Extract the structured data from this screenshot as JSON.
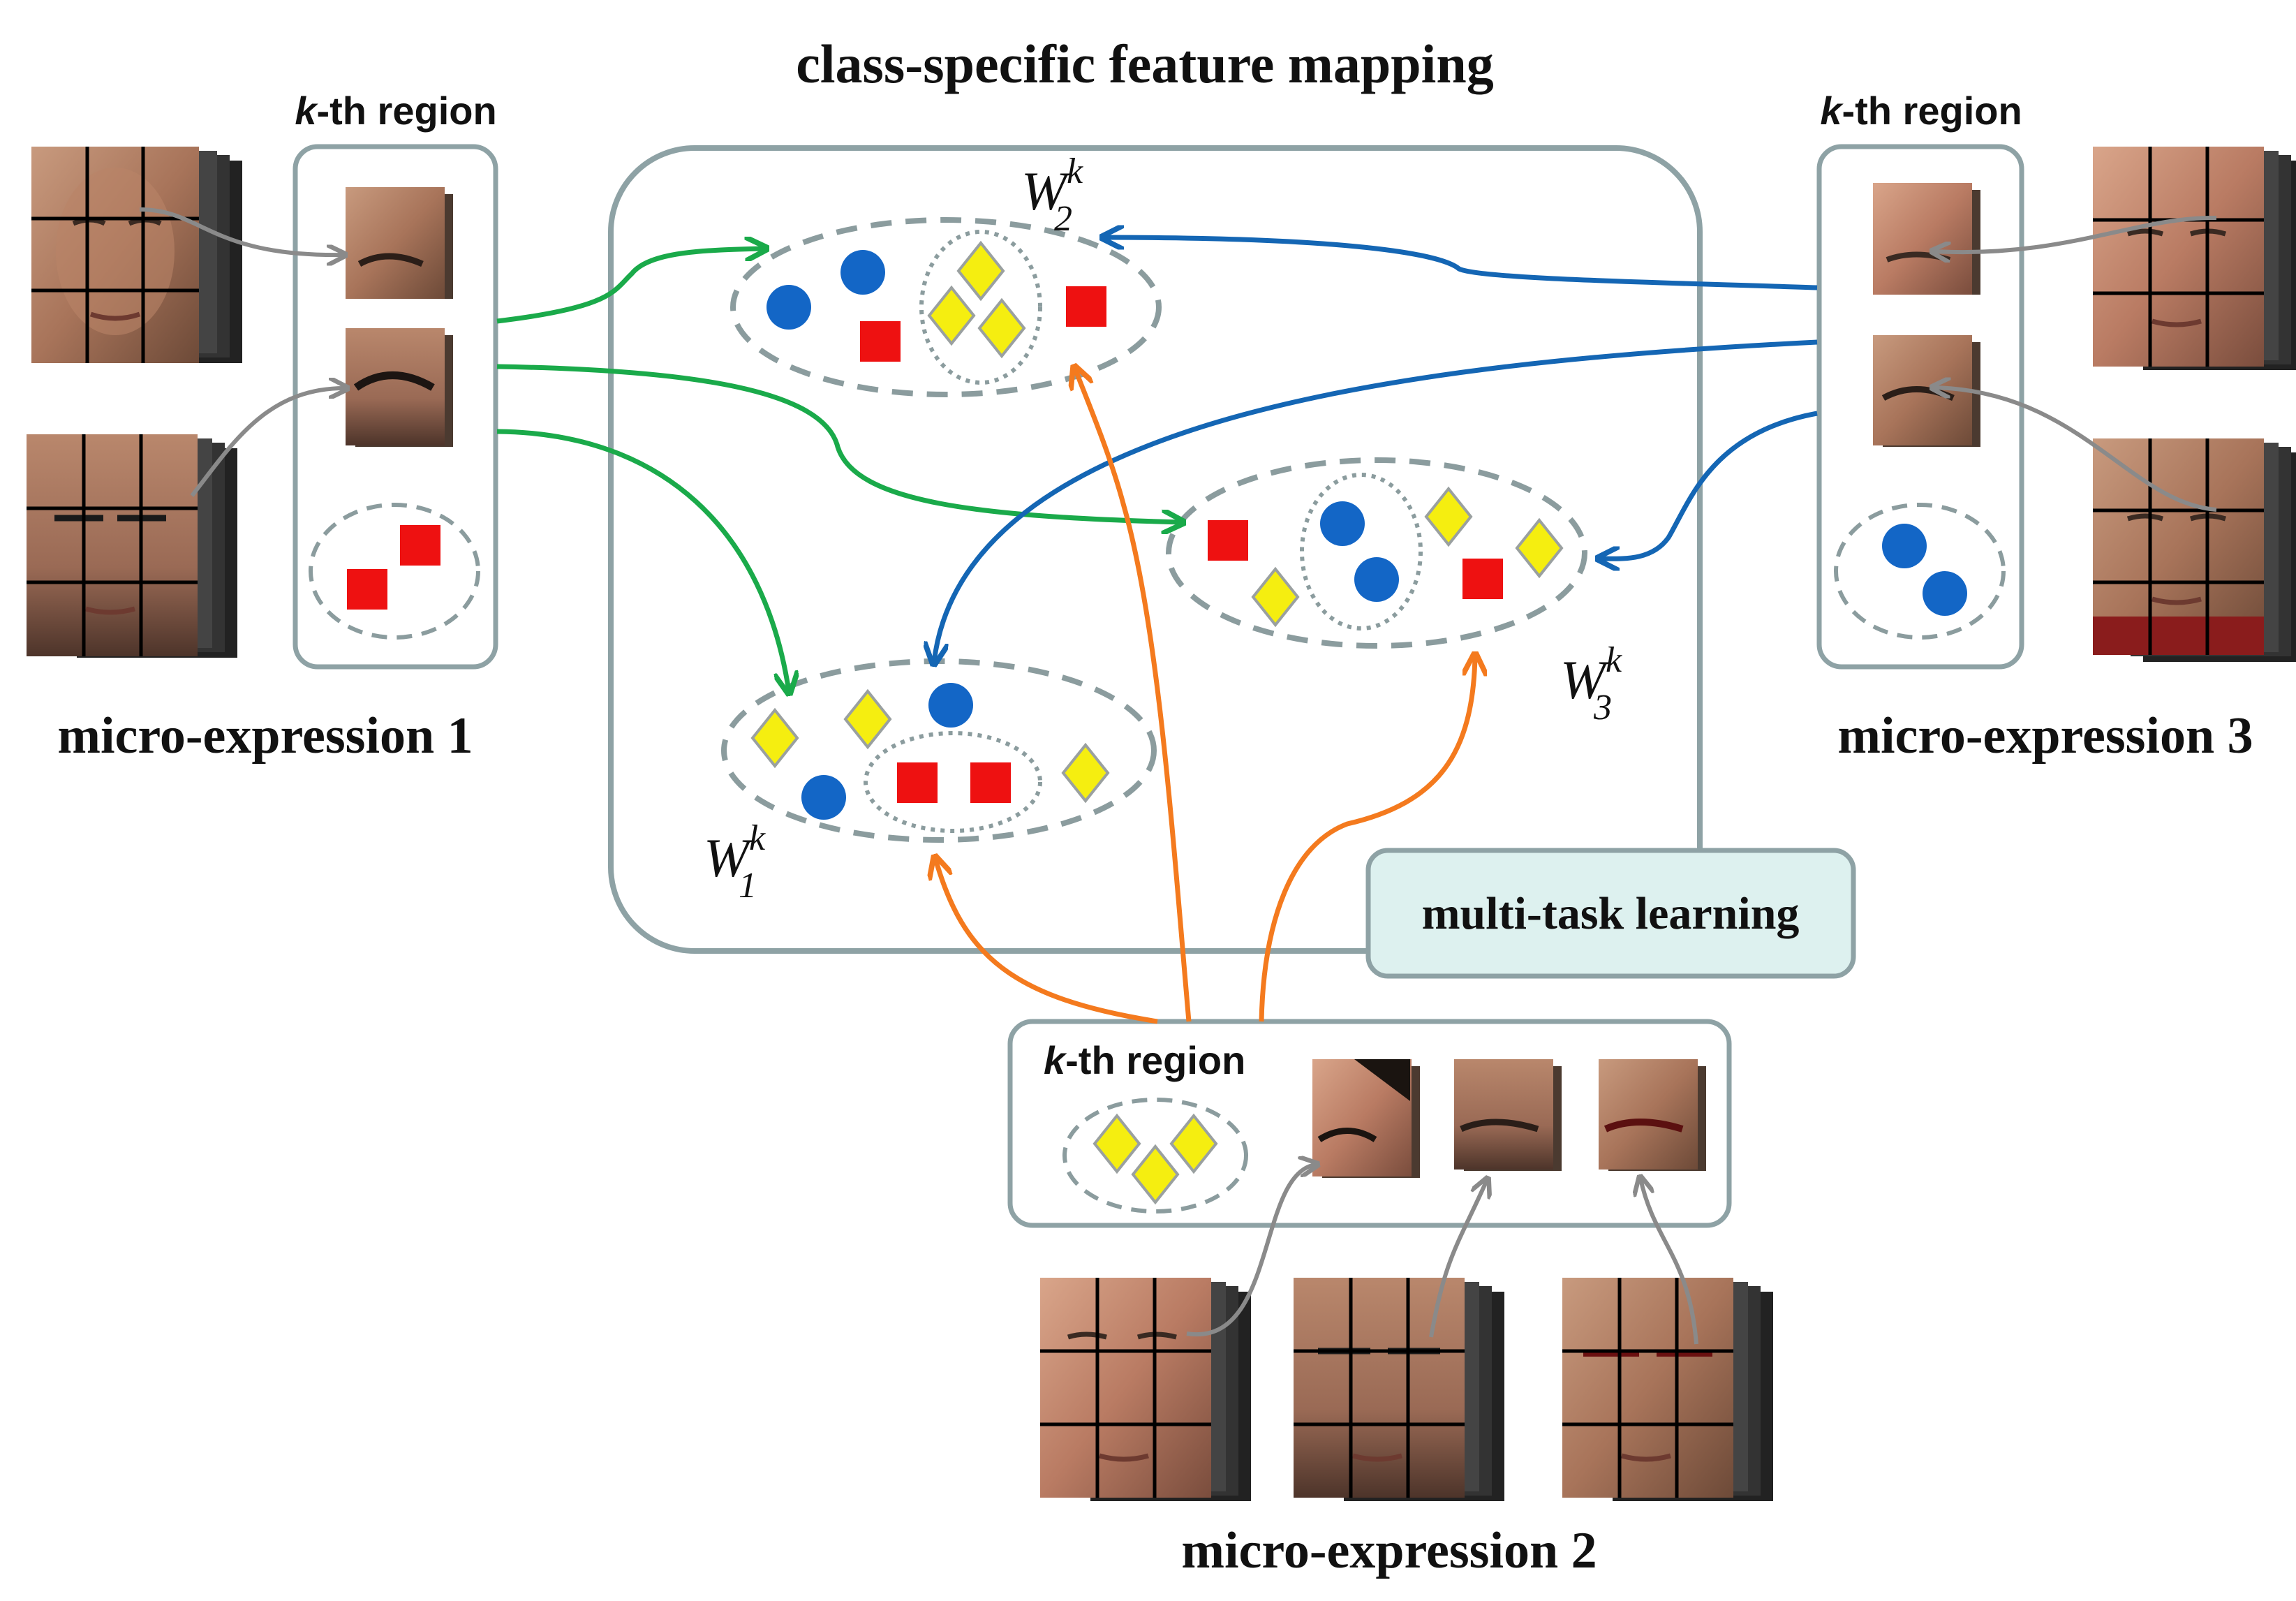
{
  "title": "class-specific feature mapping",
  "region_label": {
    "k": "k",
    "rest": "-th region"
  },
  "groups": {
    "left": {
      "name": "micro-expression 1"
    },
    "right": {
      "name": "micro-expression 3"
    },
    "bottom": {
      "name": "micro-expression 2"
    }
  },
  "mappings": [
    {
      "symbol": "W",
      "subscript": "1",
      "superscript": "k"
    },
    {
      "symbol": "W",
      "subscript": "2",
      "superscript": "k"
    },
    {
      "symbol": "W",
      "subscript": "3",
      "superscript": "k"
    }
  ],
  "mtl_label": "multi-task learning",
  "colors": {
    "frame": "#8ea2a5",
    "mtl_fill": "#ddf1ef",
    "green_arrow": "#1aaa4a",
    "blue_arrow": "#1466b4",
    "orange_arrow": "#f47a1e",
    "gray_arrow": "#8a8a8a",
    "circle": "#1366c6",
    "square": "#ee1111",
    "diamond": "#f5ee10",
    "ellipse": "#8b9c9e"
  },
  "legend_shapes": {
    "micro-expression 1": "red-square",
    "micro-expression 2": "yellow-diamond",
    "micro-expression 3": "blue-circle"
  }
}
